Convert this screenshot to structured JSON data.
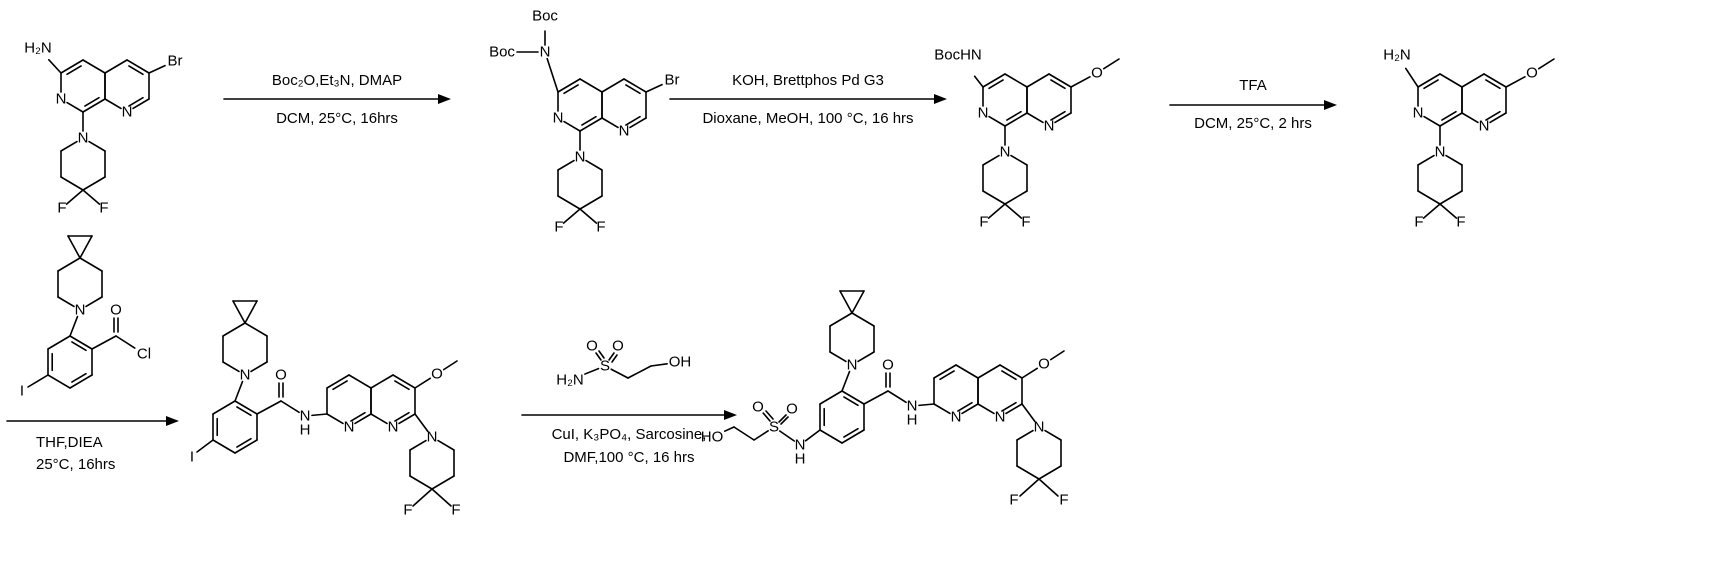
{
  "arrows": {
    "a1": {
      "above": "Boc₂O,Et₃N, DMAP",
      "below": "DCM, 25°C, 16hrs"
    },
    "a2": {
      "above": "KOH, Brettphos Pd G3",
      "below": "Dioxane, MeOH, 100 °C, 16 hrs"
    },
    "a3": {
      "above": "TFA",
      "below": "DCM, 25°C, 2 hrs"
    },
    "a4": {
      "below_line1": "THF,DIEA",
      "below_line2": "25°C, 16hrs"
    },
    "a5": {
      "below_line1": "CuI, K₃PO₄, Sarcosine,",
      "below_line2": "DMF,100 °C, 16 hrs"
    }
  },
  "molecules": {
    "s1": {
      "labels": {
        "amine": "H₂N",
        "n1": "N",
        "n2": "N",
        "br": "Br",
        "pipN": "N",
        "f1": "F",
        "f2": "F"
      }
    },
    "s2": {
      "labels": {
        "boc_top": "Boc",
        "boc_left": "Boc",
        "n_amine": "N",
        "n1": "N",
        "n2": "N",
        "br": "Br",
        "pipN": "N",
        "f1": "F",
        "f2": "F"
      }
    },
    "s3": {
      "labels": {
        "amine": "BocHN",
        "n1": "N",
        "n2": "N",
        "o_me": "O",
        "pipN": "N",
        "f1": "F",
        "f2": "F"
      }
    },
    "s4": {
      "labels": {
        "amine": "H₂N",
        "n1": "N",
        "n2": "N",
        "o_me": "O",
        "pipN": "N",
        "f1": "F",
        "f2": "F"
      }
    },
    "s5": {
      "labels": {
        "pipN": "N",
        "o": "O",
        "cl": "Cl",
        "i": "I"
      }
    },
    "s6": {
      "labels": {
        "pipN": "N",
        "i": "I",
        "o_carbonyl": "O",
        "amideN": "N",
        "amideH": "H",
        "n1": "N",
        "n2": "N",
        "o_me": "O",
        "pip2N": "N",
        "f1": "F",
        "f2": "F"
      }
    },
    "s7": {
      "labels": {
        "ho": "HO",
        "s": "S",
        "o1": "O",
        "o2": "O",
        "sulfN": "N",
        "sulfH": "H",
        "pipN": "N",
        "o_carbonyl": "O",
        "amideN": "N",
        "amideH": "H",
        "n1": "N",
        "n2": "N",
        "o_me": "O",
        "pip2N": "N",
        "f1": "F",
        "f2": "F"
      }
    },
    "rg": {
      "labels": {
        "h2n": "H₂N",
        "s": "S",
        "o1": "O",
        "o2": "O",
        "oh": "OH"
      }
    }
  }
}
